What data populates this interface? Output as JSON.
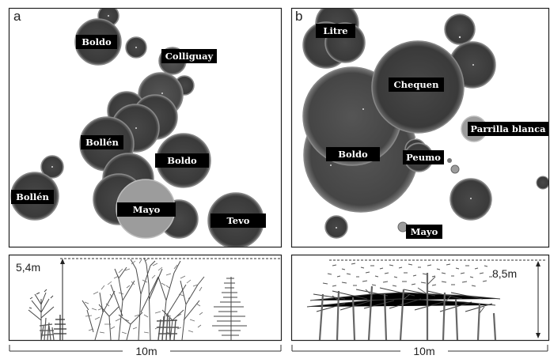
{
  "figure": {
    "panels": [
      {
        "letter": "a",
        "crown_labels": [
          "Boldo",
          "Colliguay",
          "Bollén",
          "Boldo",
          "Bollén",
          "Mayo",
          "Tevo"
        ],
        "height_label": "5,4m",
        "width_label": "10m"
      },
      {
        "letter": "b",
        "crown_labels": [
          "Litre",
          "Chequen",
          "Parrilla blanca",
          "Boldo",
          "Peumo",
          "Mayo"
        ],
        "height_label": "8,5m",
        "width_label": "10m"
      }
    ]
  },
  "colors": {
    "crown_dark": "#3c3c3c",
    "crown_mid": "#4a4a4a",
    "crown_light": "#9c9c9c",
    "crown_edge": "#8a8a8a",
    "label_bg": "#000000",
    "label_text": "#ffffff",
    "frame": "#222222"
  }
}
